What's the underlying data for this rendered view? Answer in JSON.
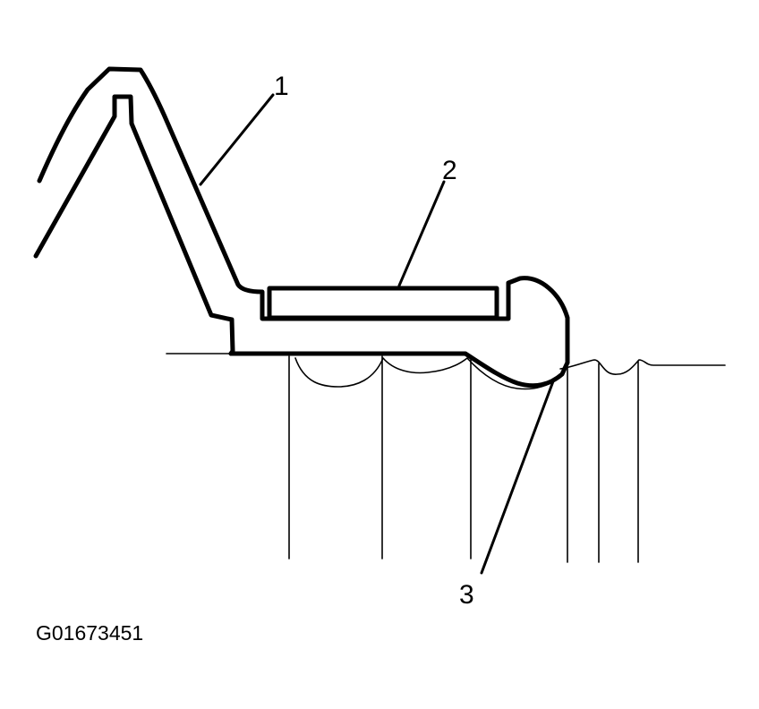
{
  "callouts": [
    {
      "id": "1",
      "label": "1"
    },
    {
      "id": "2",
      "label": "2"
    },
    {
      "id": "3",
      "label": "3"
    }
  ],
  "figure_id": "G01673451"
}
